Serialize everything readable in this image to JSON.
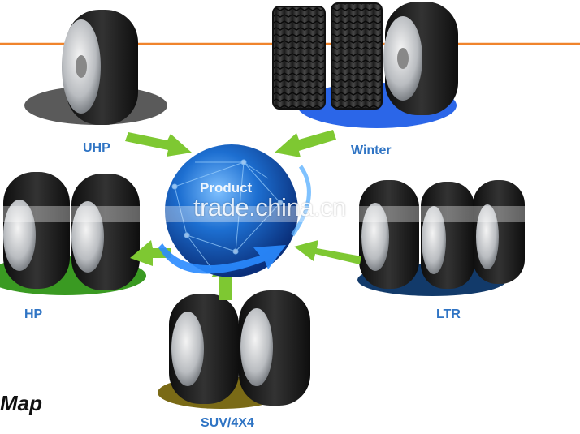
{
  "categories": [
    {
      "id": "uhp",
      "label": "UHP"
    },
    {
      "id": "winter",
      "label": "Winter"
    },
    {
      "id": "hp",
      "label": "HP"
    },
    {
      "id": "ltr",
      "label": "LTR"
    },
    {
      "id": "suv",
      "label": "SUV/4X4"
    }
  ],
  "center": {
    "label": "Product"
  },
  "footer": {
    "title": "Map"
  },
  "watermark": {
    "text": "trade.china.cn"
  },
  "colors": {
    "label": "#2f74c4",
    "arrow": "#7ec832",
    "orange_line": "#f0842c",
    "globe": "#1d6fd1",
    "tire": "#1b1b1b"
  }
}
